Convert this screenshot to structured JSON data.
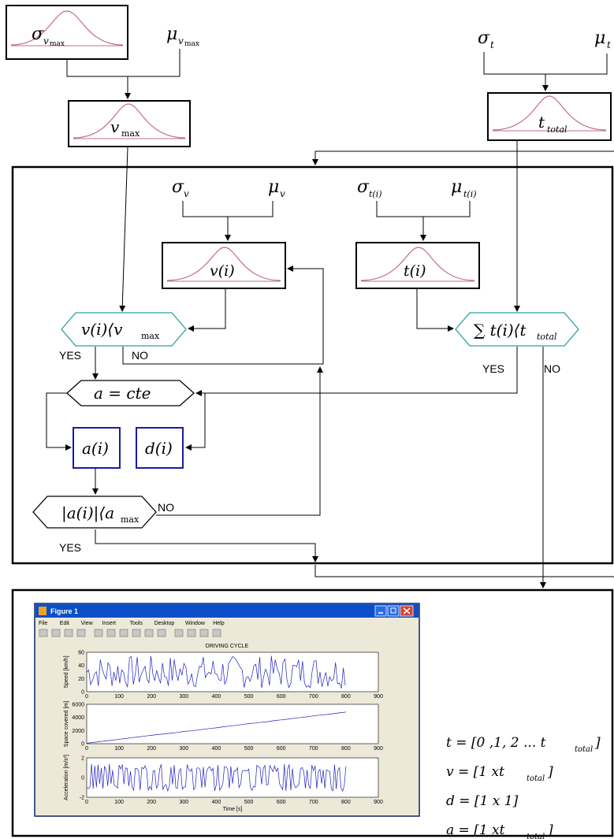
{
  "inputs": {
    "sigma_vmax": "σ",
    "sigma_vmax_sub": "v",
    "sigma_vmax_subsub": "max",
    "mu_vmax": "μ",
    "mu_vmax_sub": "v",
    "mu_vmax_subsub": "max",
    "sigma_t": "σ",
    "sigma_t_sub": "t",
    "mu_t": "μ",
    "mu_t_sub": "t",
    "sigma_v": "σ",
    "sigma_v_sub": "v",
    "mu_v": "μ",
    "mu_v_sub": "v",
    "sigma_ti": "σ",
    "sigma_ti_sub": "t(i)",
    "mu_ti": "μ",
    "mu_ti_sub": "t(i)"
  },
  "distributions": {
    "vmax": "v",
    "vmax_sub": "max",
    "ttotal": "t",
    "ttotal_sub": "total",
    "vi": "v(i)",
    "ti": "t(i)"
  },
  "decisions": {
    "v_check": "v(i)⟨v",
    "v_check_sub": "max",
    "t_check": "∑ t(i)⟨t",
    "t_check_sub": "total",
    "a_const": "a = cte",
    "a_check": "|a(i)|⟨a",
    "a_check_sub": "max"
  },
  "processes": {
    "ai": "a(i)",
    "di": "d(i)"
  },
  "labels": {
    "yes1": "YES",
    "no1": "NO",
    "yes2": "YES",
    "no2": "NO",
    "no3": "NO",
    "yes3": "YES"
  },
  "figure": {
    "window_title": "Figure 1",
    "menu": [
      "File",
      "Edit",
      "View",
      "Insert",
      "Tools",
      "Desktop",
      "Window",
      "Help"
    ],
    "plot_title": "DRIVING CYCLE",
    "ylabel1": "Speed [km/h]",
    "ylabel2": "Space covered [m]",
    "ylabel3": "Acceleration [m/s²]",
    "xlabel": "Time [s]",
    "xticks": [
      "0",
      "100",
      "200",
      "300",
      "400",
      "500",
      "600",
      "700",
      "800",
      "900"
    ],
    "yticks1": [
      "60",
      "40",
      "20",
      "0"
    ],
    "yticks2": [
      "6000",
      "4000",
      "2000",
      "0"
    ],
    "yticks3": [
      "2",
      "0",
      "-2"
    ]
  },
  "equations": {
    "t": "t  =  [0 ,1, 2 ... t",
    "t_sub": "total",
    "t_end": " ]",
    "v": "v  =  [1 xt",
    "v_sub": "total",
    "v_end": "  ]",
    "d": "d  =  [1 x 1]",
    "a": "a  =  [1 xt",
    "a_sub": "total",
    "a_end": "  ]"
  },
  "colors": {
    "bell": "#c07080",
    "hexagon_teal": "#2aa0a0",
    "process_blue": "#1a1aa8",
    "plot_line": "#2020c0"
  }
}
